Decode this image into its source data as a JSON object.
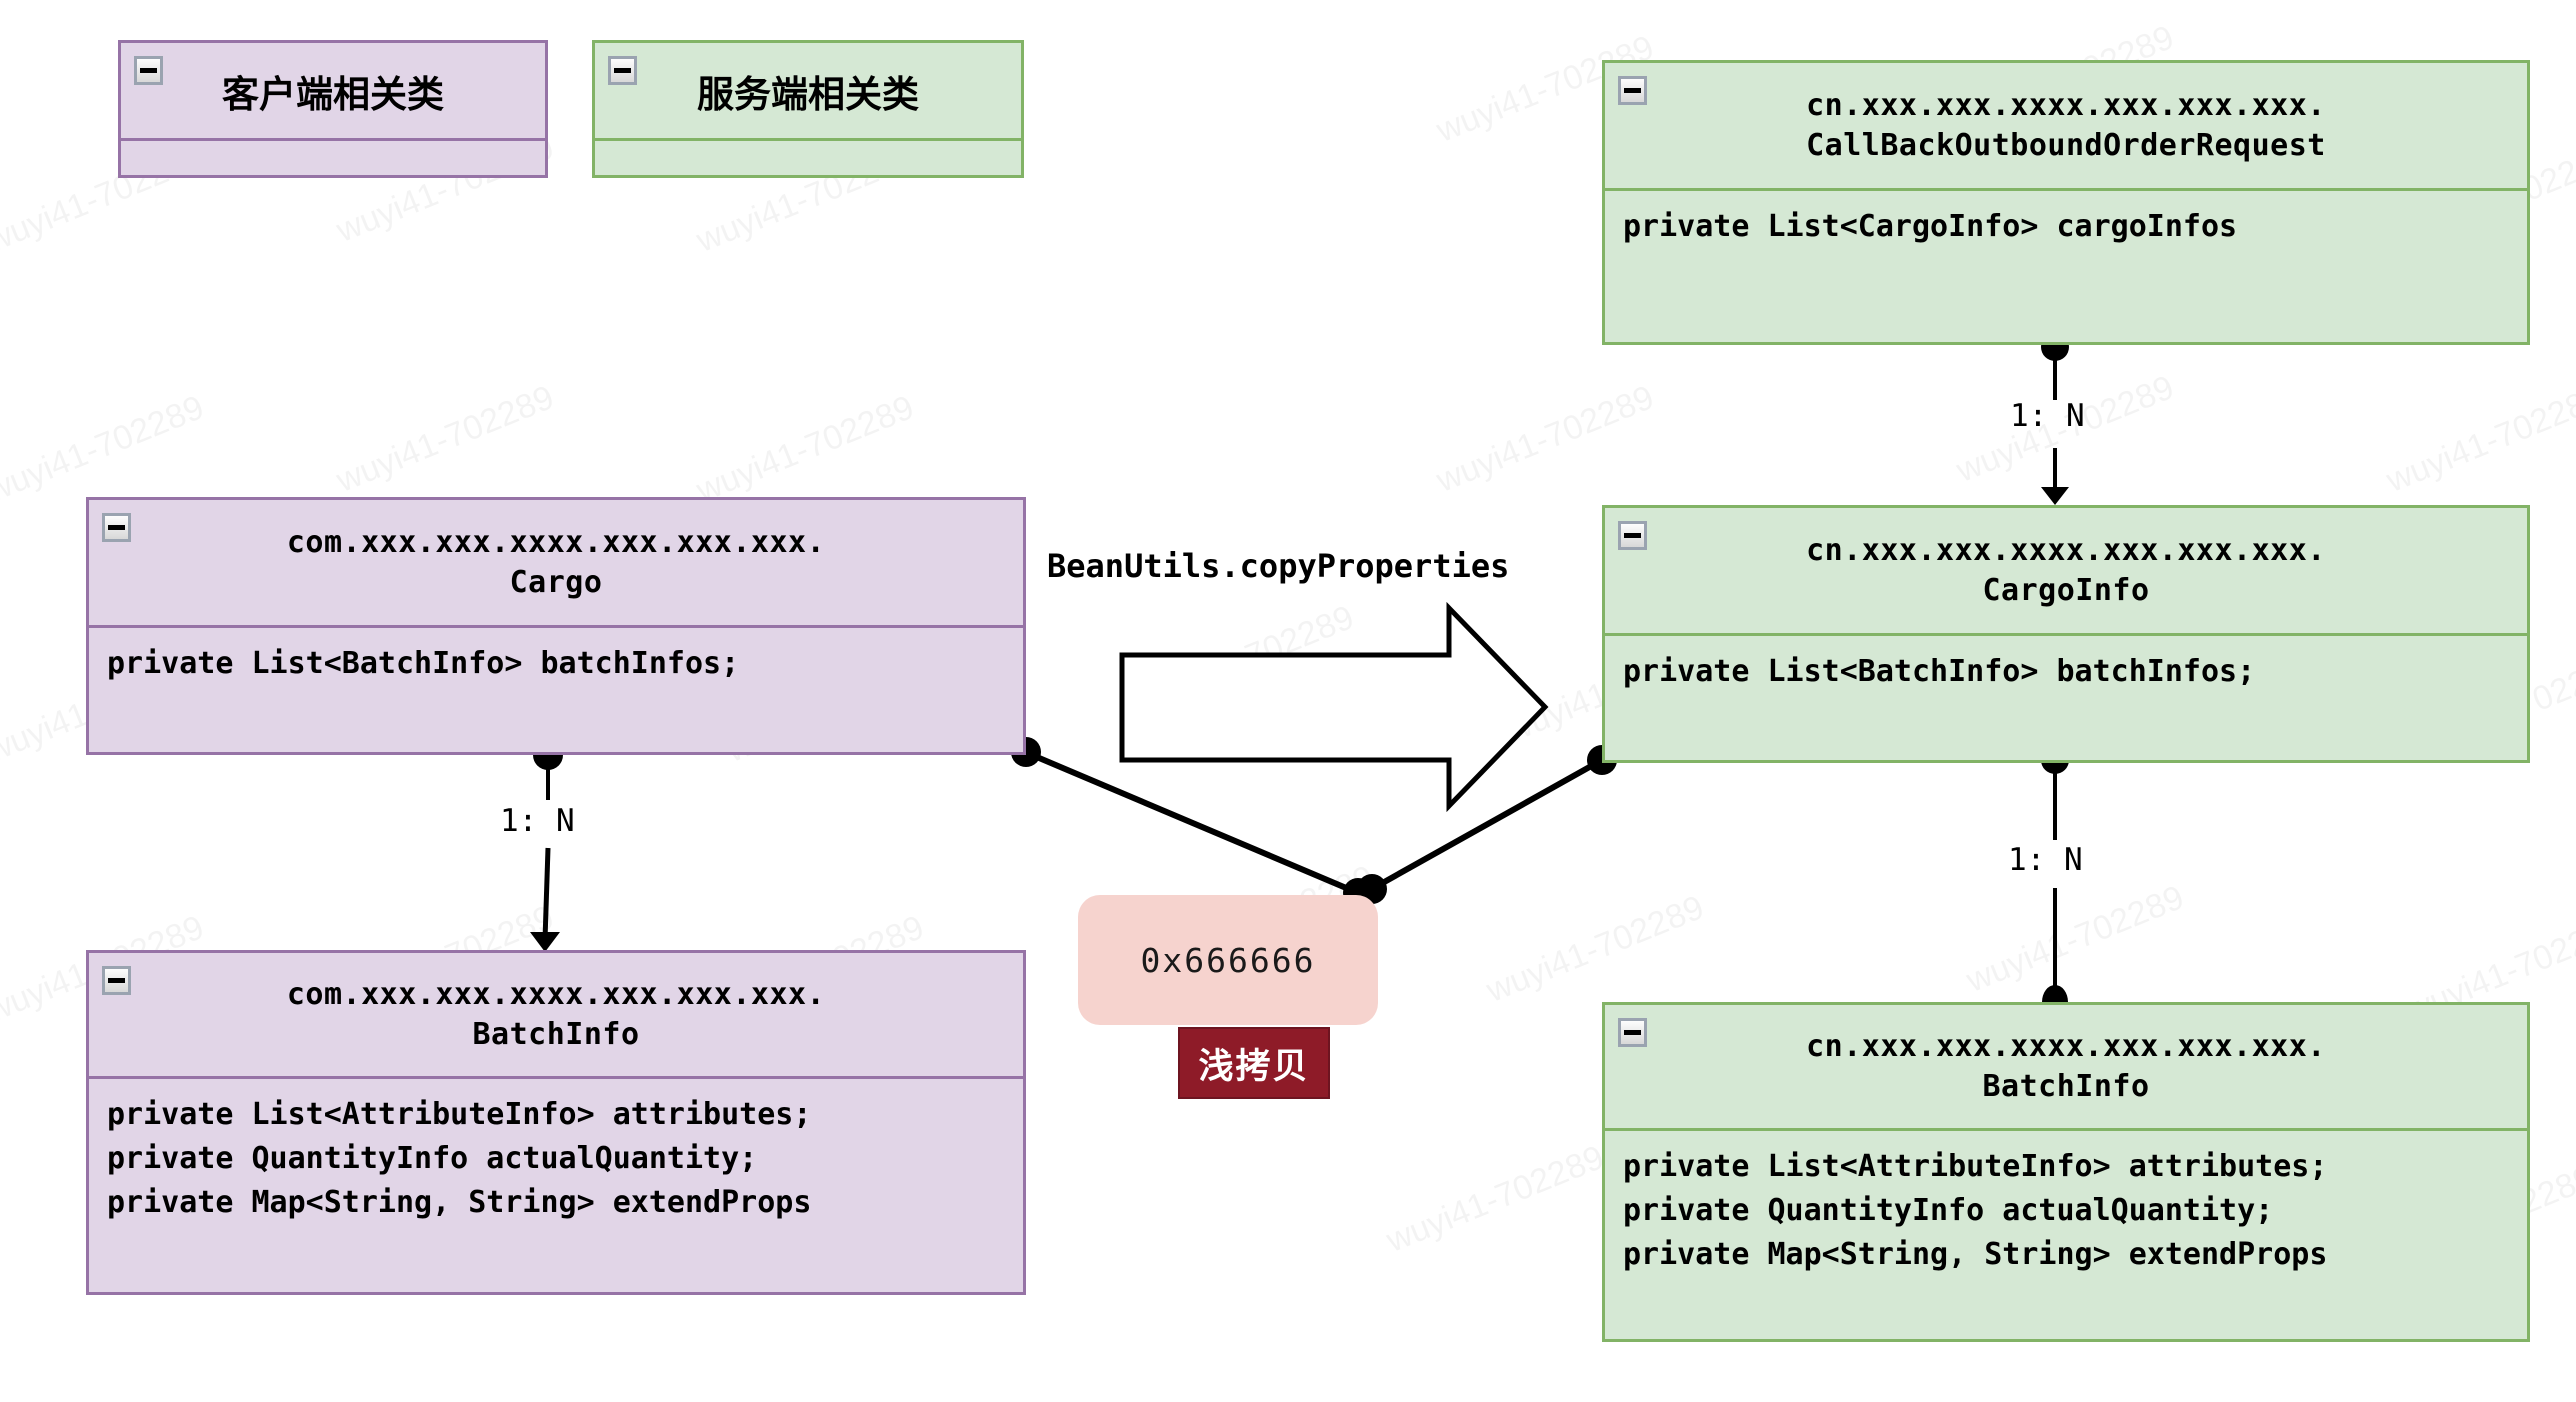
{
  "legend": {
    "client": {
      "title": "客户端相关类",
      "icon": "collapse-minus-icon"
    },
    "server": {
      "title": "服务端相关类",
      "icon": "collapse-minus-icon"
    }
  },
  "classes": {
    "cargo": {
      "package": "com.xxx.xxx.xxxx.xxx.xxx.xxx.",
      "name": "Cargo",
      "fields": [
        "private List<BatchInfo> batchInfos;"
      ]
    },
    "batch_info_client": {
      "package": "com.xxx.xxx.xxxx.xxx.xxx.xxx.",
      "name": "BatchInfo",
      "fields": [
        "private List<AttributeInfo> attributes;",
        "private QuantityInfo actualQuantity;",
        "private Map<String, String> extendProps"
      ]
    },
    "callback_request": {
      "package": "cn.xxx.xxx.xxxx.xxx.xxx.xxx.",
      "name": "CallBackOutboundOrderRequest",
      "fields": [
        "private List<CargoInfo> cargoInfos"
      ]
    },
    "cargo_info": {
      "package": "cn.xxx.xxx.xxxx.xxx.xxx.xxx.",
      "name": "CargoInfo",
      "fields": [
        "private List<BatchInfo> batchInfos;"
      ]
    },
    "batch_info_server": {
      "package": "cn.xxx.xxx.xxxx.xxx.xxx.xxx.",
      "name": "BatchInfo",
      "fields": [
        "private List<AttributeInfo> attributes;",
        "private QuantityInfo actualQuantity;",
        "private Map<String, String> extendProps"
      ]
    }
  },
  "center": {
    "copy_label": "BeanUtils.copyProperties",
    "memory_address": "0x666666",
    "badge_label": "浅拷贝"
  },
  "multiplicities": {
    "client_cargo_batch": "1: N",
    "server_request_cargo": "1: N",
    "server_cargo_batch": "1: N"
  },
  "colors": {
    "client_fill": "#e1d5e7",
    "client_border": "#9673a6",
    "server_fill": "#d5e8d4",
    "server_border": "#82b366",
    "memory_fill": "#f6d3ce",
    "badge_fill": "#8e1b28",
    "edge": "#000000"
  },
  "watermark": "wuyi41-702289"
}
